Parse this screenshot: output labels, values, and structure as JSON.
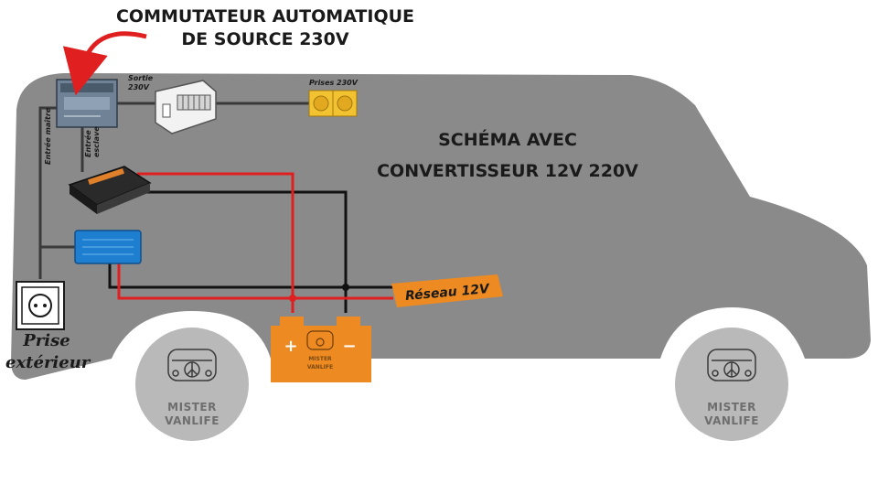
{
  "title": {
    "line1": "COMMUTATEUR AUTOMATIQUE",
    "line2": "DE SOURCE 230V"
  },
  "schema": {
    "line1": "SCHÉMA AVEC",
    "line2": "CONVERTISSEUR 12V 220V"
  },
  "labels": {
    "sortie_1": "Sortie",
    "sortie_2": "230V",
    "prises": "Prises 230V",
    "entree_maitre": "Entrée maître",
    "entree_esclave_1": "Entrée",
    "entree_esclave_2": "esclave",
    "reseau": "Réseau 12V",
    "prise_ext_1": "Prise",
    "prise_ext_2": "extérieur",
    "battery_plus": "+",
    "battery_minus": "−"
  },
  "logo": {
    "line1": "MISTER",
    "line2": "VANLIFE"
  },
  "colors": {
    "van_body": "#8a8a8a",
    "wheel": "#b9b9b9",
    "positive_wire": "#e02020",
    "negative_wire": "#111111",
    "battery": "#ee8a22",
    "reseau_tag": "#ee8a22",
    "outlets": "#f2c230",
    "arrow": "#e02020",
    "charger": "#1e7fd0"
  }
}
